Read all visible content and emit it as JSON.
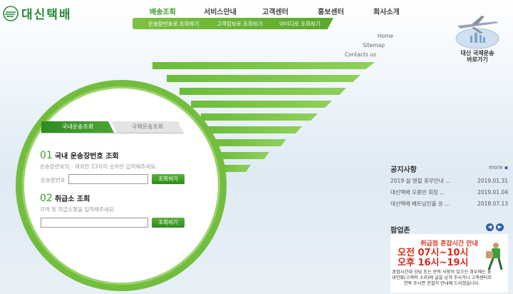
{
  "logo": {
    "text": "대신택배"
  },
  "nav": {
    "items": [
      "배송조회",
      "서비스안내",
      "고객센터",
      "홍보센터",
      "회사소개"
    ],
    "active": 0,
    "sub": [
      "운송장번호로 조회하기",
      "고객정보로 조회하기",
      "아이디로 조회하기"
    ]
  },
  "util": [
    "Home",
    "Sitemap",
    "Contacts us"
  ],
  "intl_banner": {
    "line1": "대신 국제운송",
    "line2": "바로가기"
  },
  "tabs": [
    "국내운송조회",
    "국제운송조회"
  ],
  "tracking": {
    "num": "01",
    "title": "국내 운송장번호 조회",
    "desc": "운송장번호의 - 제외한 13자리 숫자만 입력해주세요.",
    "input_label": "운송장번호",
    "button": "조회하기"
  },
  "branch": {
    "num": "02",
    "title": "취급소 조회",
    "desc": "지역 및 취급소명을 입력해주세요.",
    "button": "조회하기"
  },
  "notice": {
    "title": "공지사항",
    "more": "more",
    "items": [
      {
        "text": "2019 설 명절 휴무안내 ...",
        "date": "2019.01.31"
      },
      {
        "text": "대신택배 오종빈 회장 ...",
        "date": "2019.01.04"
      },
      {
        "text": "대신택배 베트남진출 응 ...",
        "date": "2018.07.13"
      }
    ]
  },
  "popup": {
    "title": "팝업존",
    "headline": "취급점 혼잡시간 안내",
    "line1": "오전 07시~10시",
    "line2": "오후 16시~19시",
    "body": "혼잡시간대 상담 또는 문의 사항이 있으신 경우에는 휴대전화(고객의 소리)에 글을 남겨 주시거나 고객센터로 연락 주시면 친절히 안내해 드리겠습니다."
  },
  "colors": {
    "brand_green": "#3d9a2a",
    "accent_red": "#d42a1a",
    "nav_blue": "#2b5ea8"
  }
}
